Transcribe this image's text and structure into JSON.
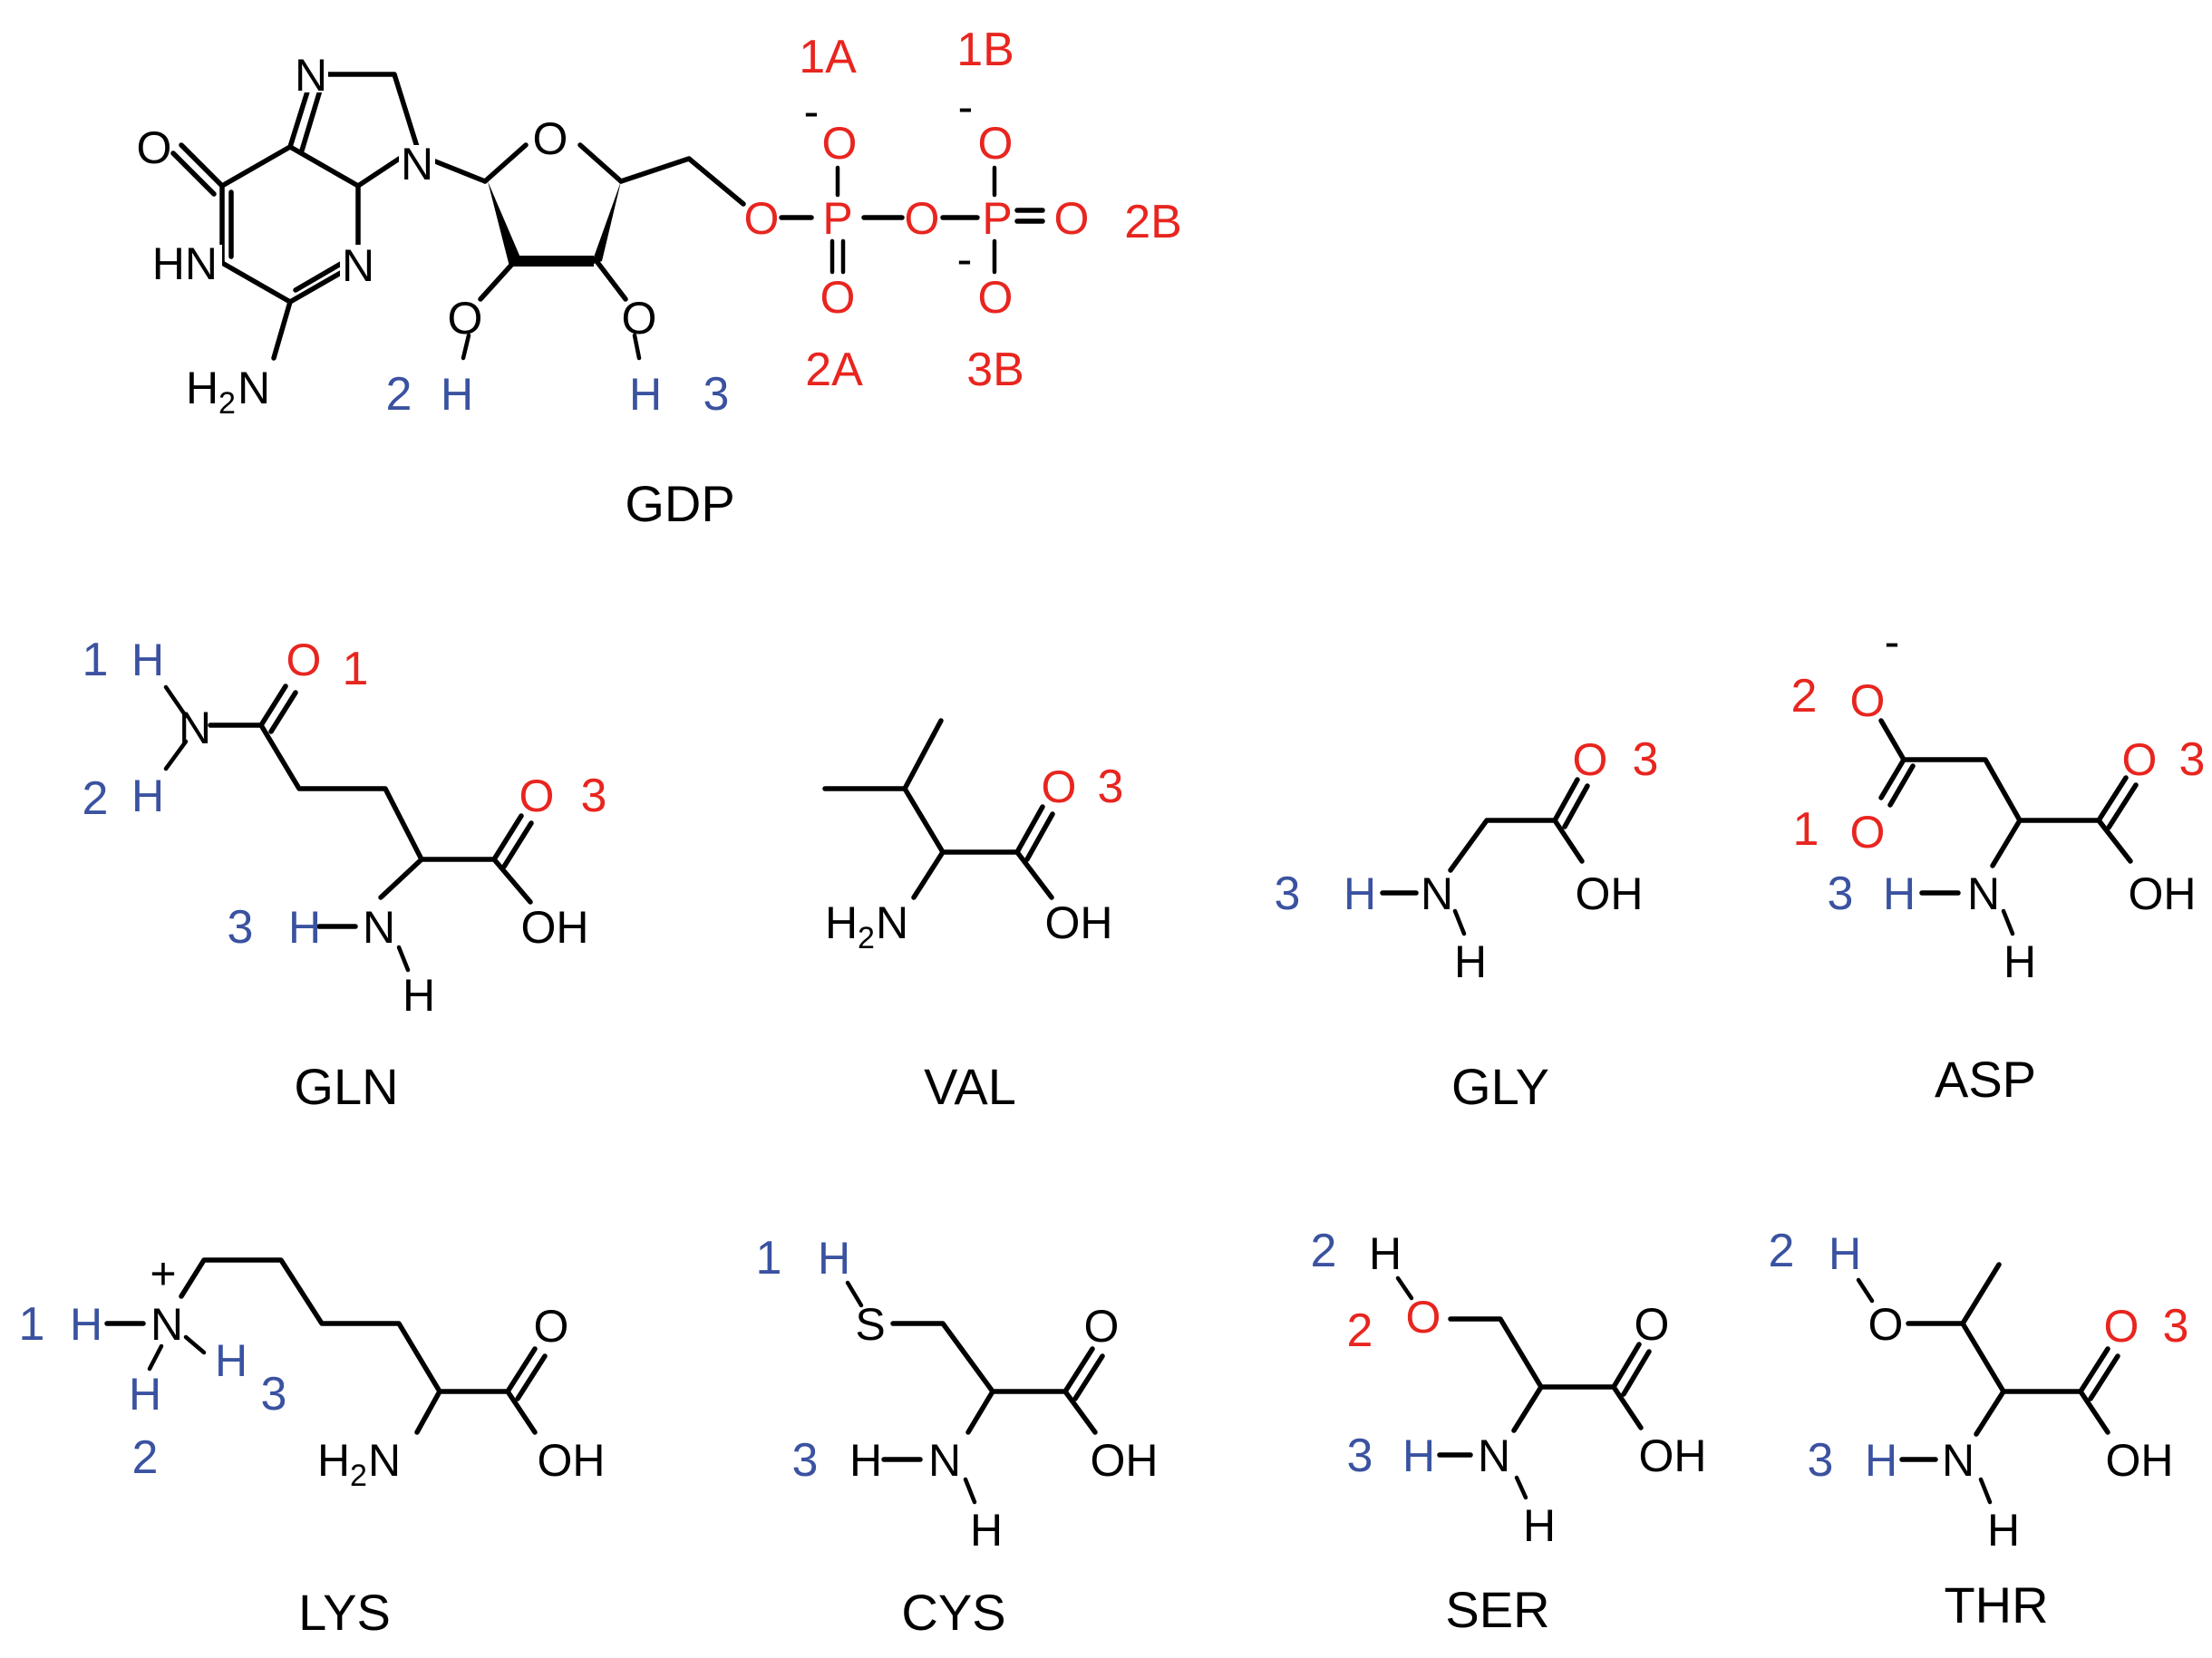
{
  "colors": {
    "black": "#000000",
    "red": "#e8251f",
    "blue": "#3a52a0"
  },
  "gdp": {
    "name": "GDP",
    "phosphate_labels": [
      "1A",
      "1B",
      "2A",
      "3B",
      "2B"
    ],
    "hydroxyl_labels": [
      "2",
      "3"
    ]
  },
  "gln": {
    "name": "GLN",
    "labels": [
      "1",
      "2",
      "3",
      "1",
      "3"
    ]
  },
  "val": {
    "name": "VAL",
    "labels": [
      "3"
    ]
  },
  "gly": {
    "name": "GLY",
    "labels": [
      "3",
      "3"
    ]
  },
  "asp": {
    "name": "ASP",
    "labels": [
      "2",
      "1",
      "3",
      "3"
    ]
  },
  "lys": {
    "name": "LYS",
    "labels": [
      "1",
      "2",
      "3"
    ]
  },
  "cys": {
    "name": "CYS",
    "labels": [
      "1",
      "3"
    ]
  },
  "ser": {
    "name": "SER",
    "labels": [
      "2",
      "2",
      "3"
    ]
  },
  "thr": {
    "name": "THR",
    "labels": [
      "2",
      "3",
      "3"
    ]
  }
}
